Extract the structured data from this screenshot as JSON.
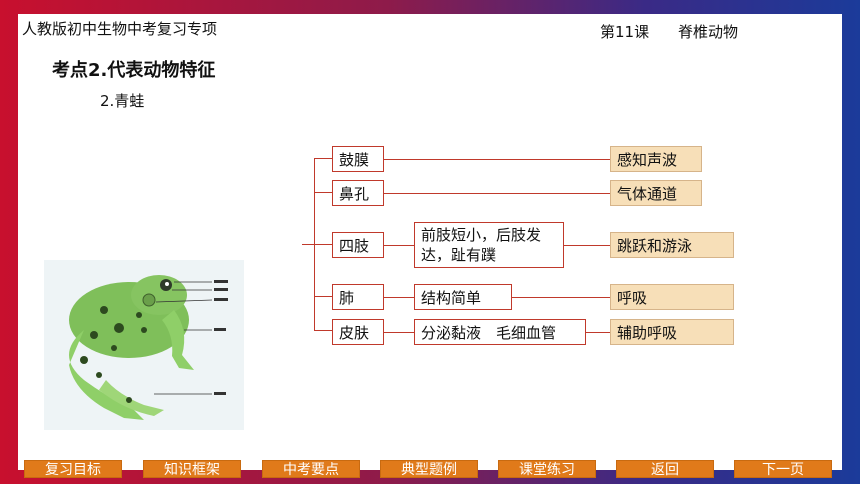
{
  "header": {
    "course_title": "人教版初中生物中考复习专项",
    "lesson": "第11课",
    "lesson_topic": "脊椎动物"
  },
  "section": {
    "title": "考点2.代表动物特征",
    "subtitle": "2.青蛙"
  },
  "diagram": {
    "rows": [
      {
        "organ": "鼓膜",
        "detail": "",
        "function": "感知声波"
      },
      {
        "organ": "鼻孔",
        "detail": "",
        "function": "气体通道"
      },
      {
        "organ": "四肢",
        "detail": "前肢短小，后肢发达，趾有蹼",
        "function": "跳跃和游泳"
      },
      {
        "organ": "肺",
        "detail": "结构简单",
        "function": "呼吸"
      },
      {
        "organ": "皮肤",
        "detail": "分泌黏液　毛细血管",
        "function": "辅助呼吸"
      }
    ]
  },
  "colors": {
    "accent_red": "#c0392b",
    "result_fill": "#f7dfb8",
    "nav_orange": "#e07a1a"
  },
  "nav": {
    "items": [
      "复习目标",
      "知识框架",
      "中考要点",
      "典型题例",
      "课堂练习",
      "返回",
      "下一页"
    ]
  }
}
